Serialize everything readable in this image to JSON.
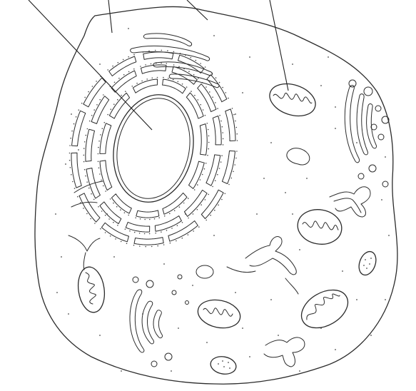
{
  "diagram": {
    "type": "unlabeled-animal-cell",
    "colors": {
      "line": "#2b2b2b",
      "background": "#ffffff",
      "stipple": "#4a4a4a"
    },
    "labels": [],
    "leader_line_count": 4,
    "structures": [
      "cell-membrane",
      "cytoplasm",
      "nucleus",
      "rough-endoplasmic-reticulum",
      "golgi-apparatus",
      "mitochondria",
      "smooth-endoplasmic-reticulum",
      "vesicles",
      "lysosomes"
    ]
  }
}
